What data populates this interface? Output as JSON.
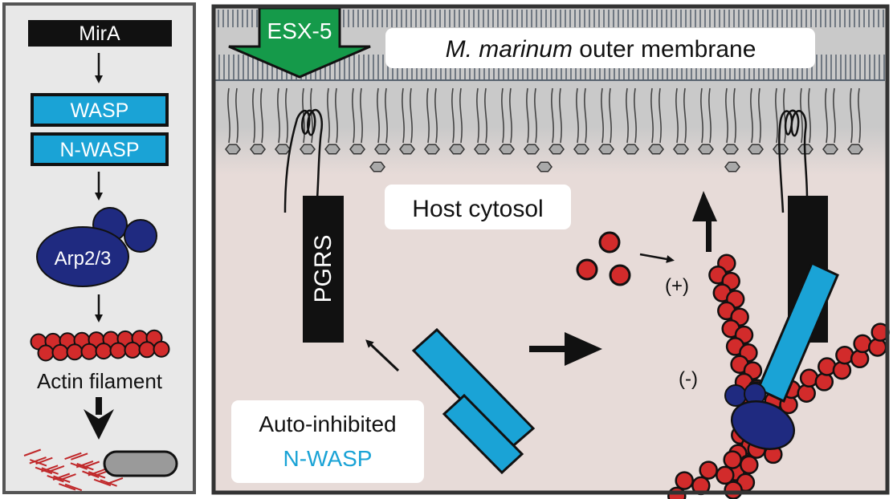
{
  "left_panel": {
    "step_mira": "MirA",
    "step_wasp": "WASP",
    "step_nwasp": "N-WASP",
    "step_arp": "Arp2/3",
    "step_actin": "Actin filament"
  },
  "main_panel": {
    "esx_label": "ESX-5",
    "membrane_italic": "M. marinum",
    "membrane_rest": " outer membrane",
    "cytosol_label": "Host cytosol",
    "pgrs_label": "PGRS",
    "plus_label": "(+)",
    "minus_label": "(-)",
    "autoinhibited_line1": "Auto-inhibited",
    "autoinhibited_line2": "N-WASP"
  },
  "colors": {
    "blue": "#1aa3d6",
    "navy": "#1f2a80",
    "red": "#d22b2b",
    "green": "#159a4a",
    "panel_bg": "#e8e8e8",
    "cytosol": "#e7dbd8",
    "membrane": "#c9c9c9"
  }
}
